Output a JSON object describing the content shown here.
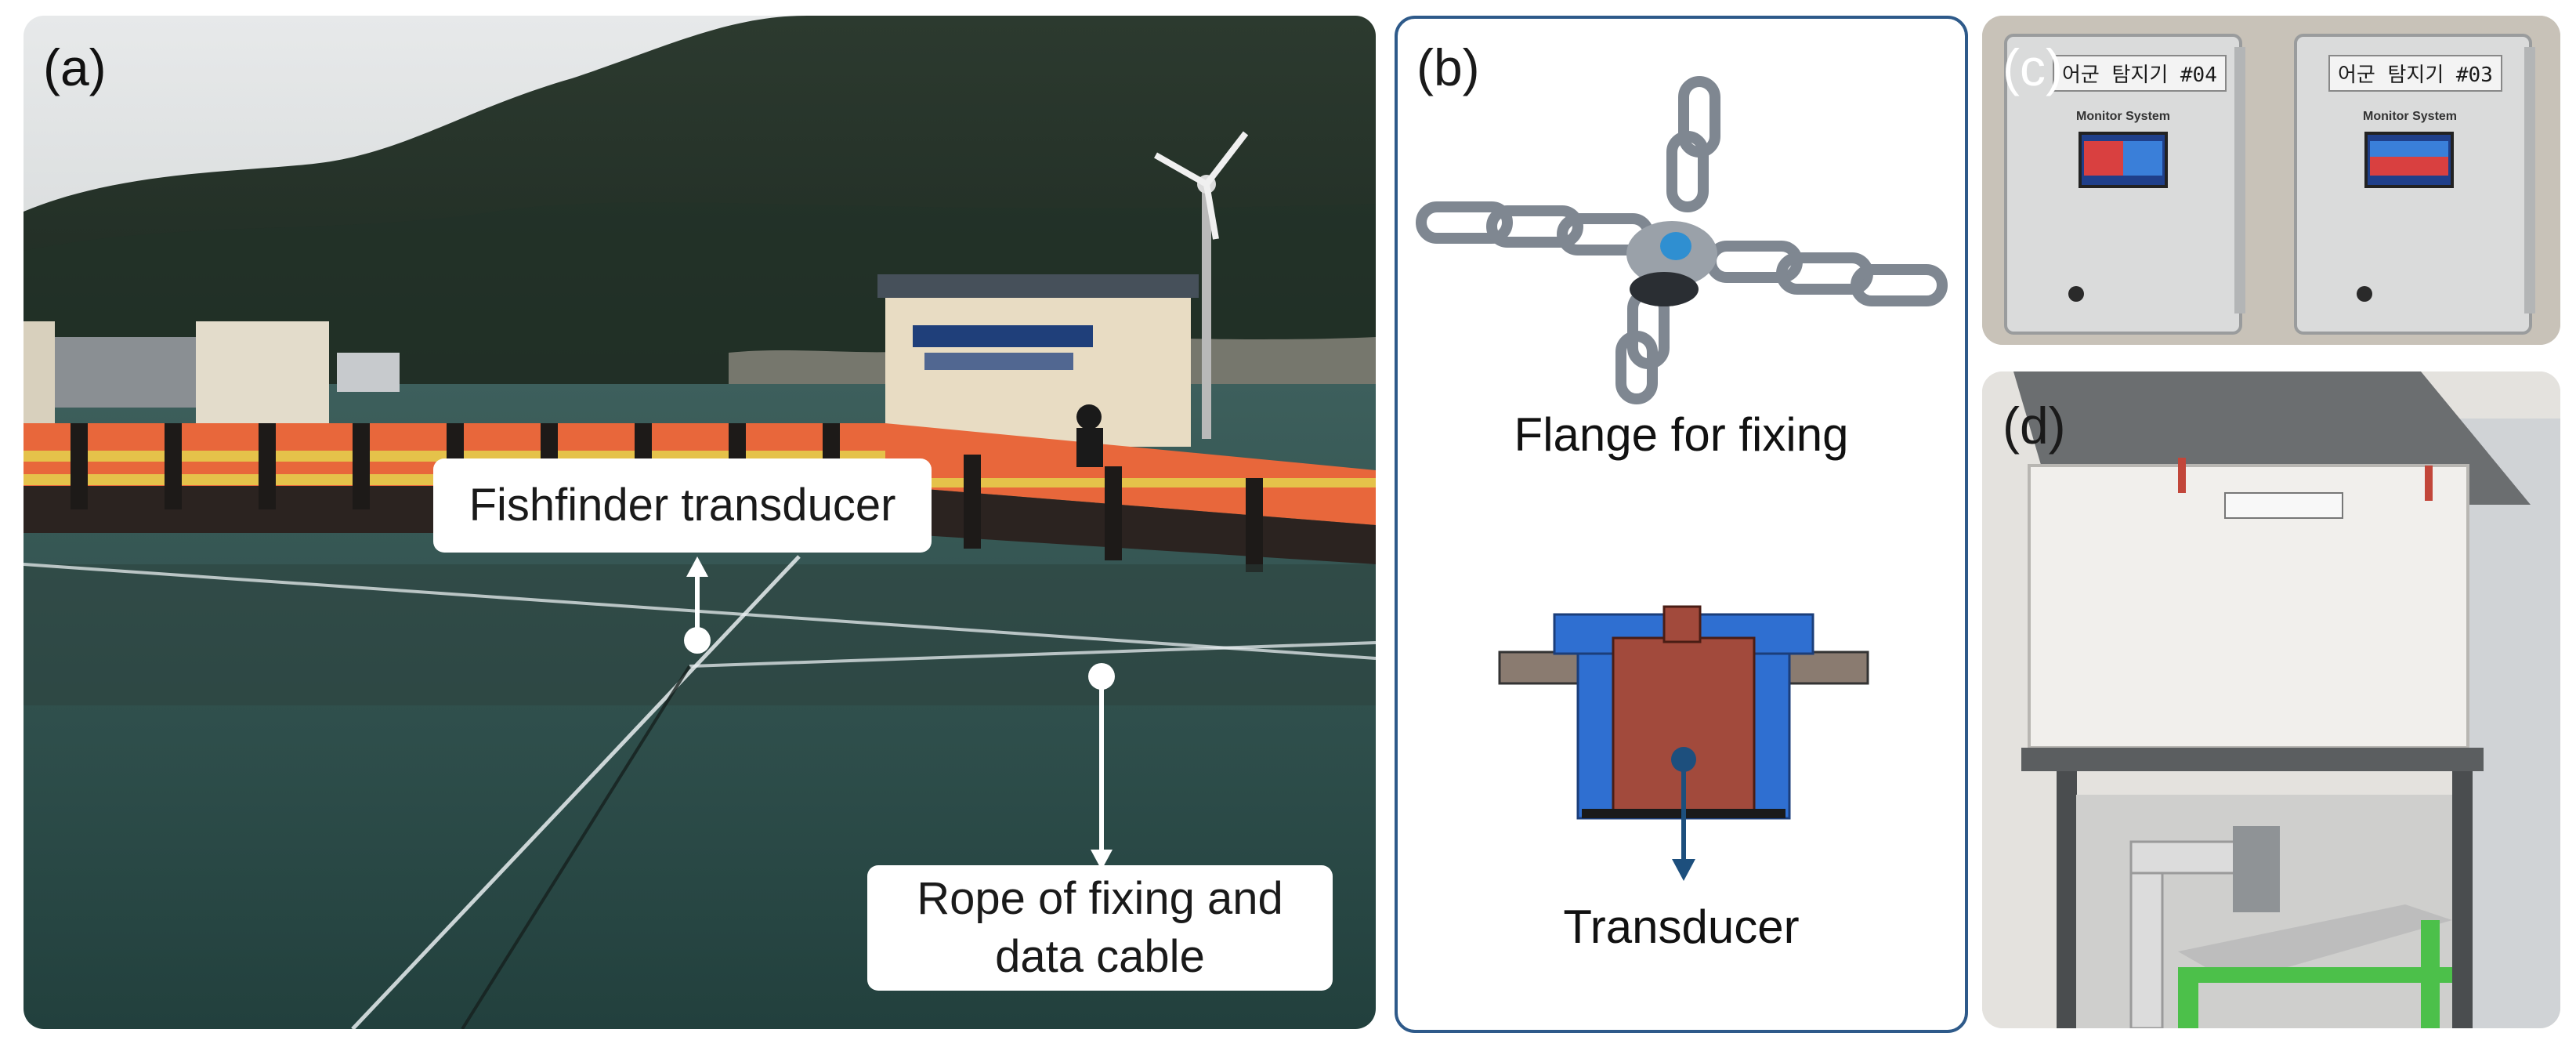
{
  "panels": {
    "a": {
      "letter": "(a)",
      "callout_top": "Fishfinder transducer",
      "callout_bottom_line1": "Rope of fixing and",
      "callout_bottom_line2": "data cable"
    },
    "b": {
      "letter": "(b)",
      "caption_flange": "Flange for fixing",
      "caption_transducer": "Transducer"
    },
    "c": {
      "letter": "(c)",
      "box1_label": "어군 탐지기 #04",
      "box2_label": "어군 탐지기 #03",
      "box_title": "Monitor System"
    },
    "d": {
      "letter": "(d)"
    }
  },
  "colors": {
    "panel_b_border": "#2e5a8a",
    "transducer_blue": "#2f6fd1",
    "transducer_core": "#a24a3c",
    "arrow_blue": "#1d4f7d",
    "walkway_orange": "#e8673b",
    "float_yellow": "#e5c24a",
    "step_green": "#4cc04a",
    "water": "#2f4f4c"
  }
}
